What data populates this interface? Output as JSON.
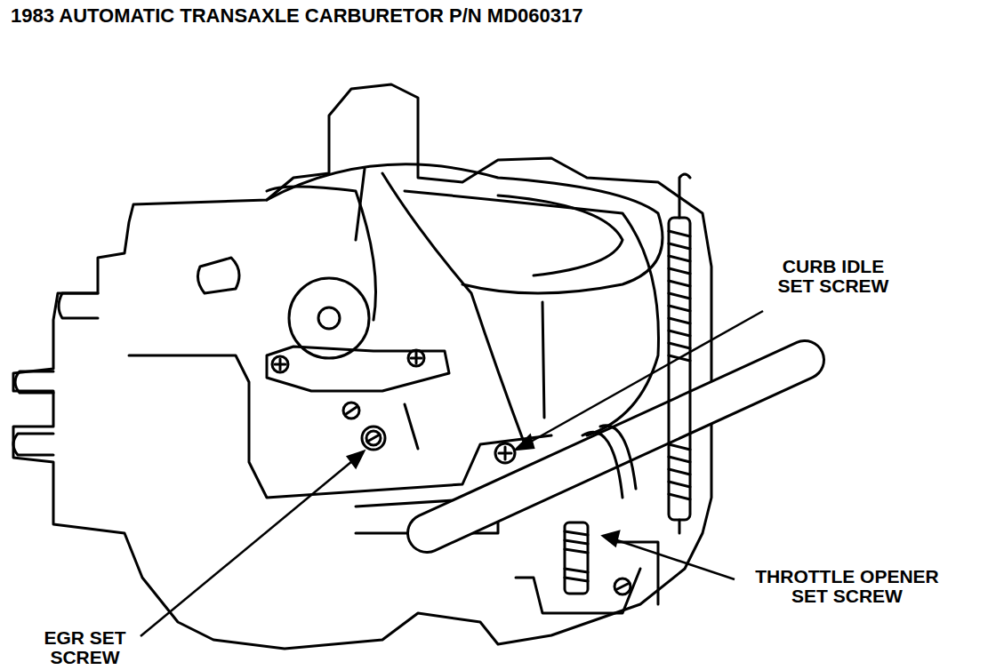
{
  "diagram": {
    "title": "1983 AUTOMATIC TRANSAXLE CARBURETOR P/N MD060317",
    "labels": [
      "CURB IDLE SET SCREW",
      "THROTTLE OPENER SET SCREW",
      "EGR SET SCREW"
    ]
  }
}
